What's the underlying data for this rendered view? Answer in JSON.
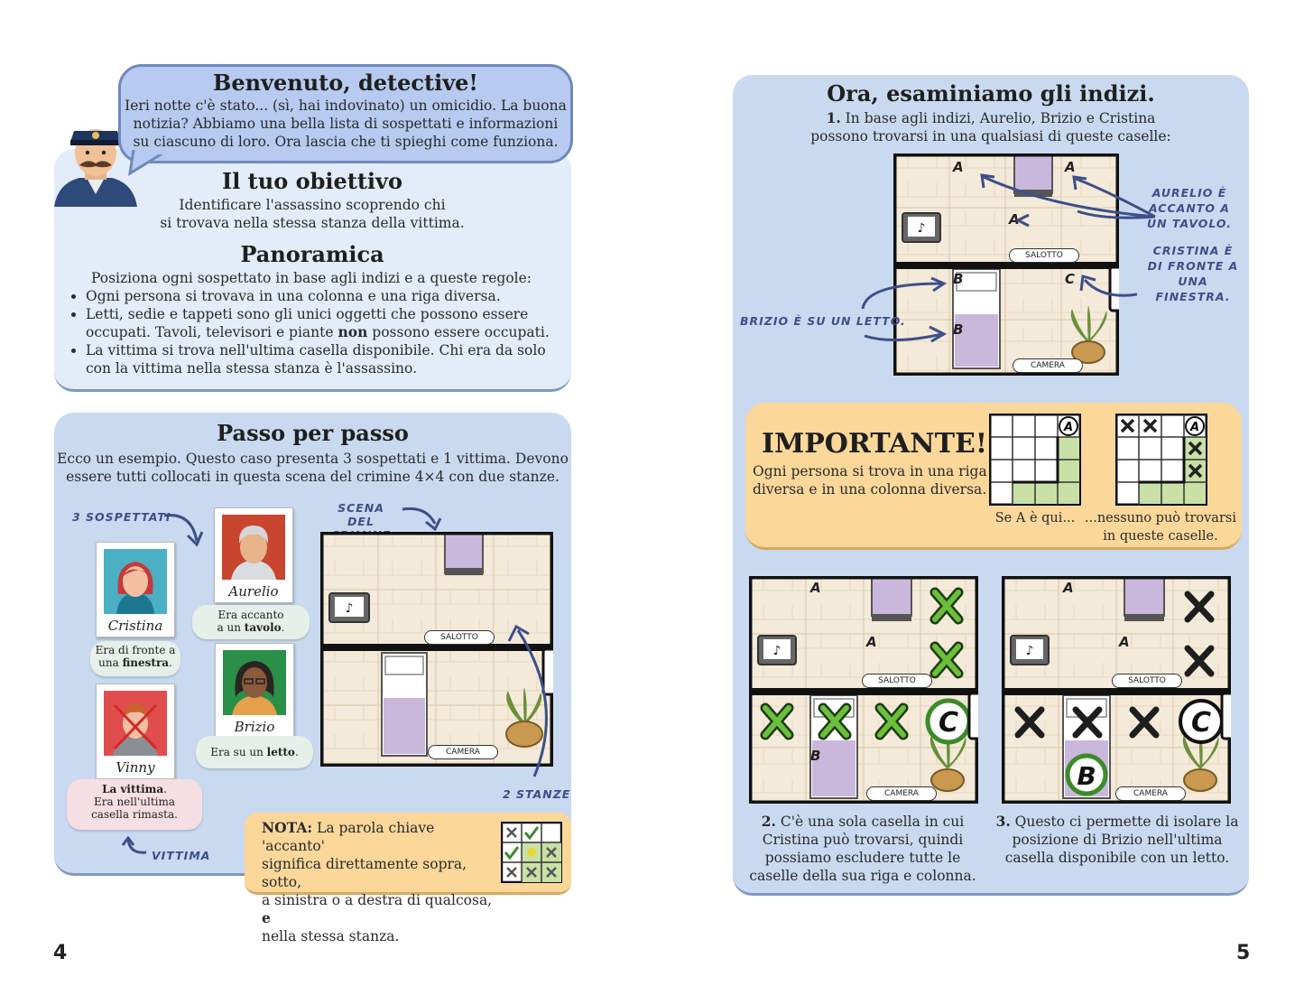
{
  "left": {
    "welcome_title": "Benvenuto, detective!",
    "welcome_lines": [
      "Ieri notte c'è stato... (sì, hai indovinato) un omicidio. La buona",
      "notizia? Abbiamo una bella lista di sospettati e informazioni",
      "su ciascuno di loro. Ora lascia che ti spieghi come funziona."
    ],
    "goal_title": "Il tuo obiettivo",
    "goal_lines": [
      "Identificare l'assassino scoprendo chi",
      "si trovava nella stessa stanza della vittima."
    ],
    "overview_title": "Panoramica",
    "overview_intro": "Posiziona ogni sospettato in base agli indizi e a queste regole:",
    "rule1": "Ogni persona si trovava in una colonna e una riga diversa.",
    "rule2_a": "Letti, sedie e tappeti sono gli unici oggetti che possono essere occupati. Tavoli, televisori e piante ",
    "rule2_bold": "non",
    "rule2_b": " possono essere occupati.",
    "rule3": "La vittima si trova nell'ultima casella disponibile. Chi era da solo con la vittima nella stessa stanza è l'assassino.",
    "step_title": "Passo per passo",
    "step_lines": [
      "Ecco un esempio. Questo caso presenta 3 sospettati e 1 vittima. Devono",
      "essere tutti collocati in questa scena del crimine 4×4 con due stanze."
    ],
    "label_suspects": "3 SOSPETTATI",
    "label_scene_1": "SCENA DEL",
    "label_scene_2": "CRIMINE",
    "label_rooms": "2 STANZE",
    "label_victim": "VITTIMA",
    "cristina_name": "Cristina",
    "cristina_clue_1": "Era di fronte a",
    "cristina_clue_2": "una ",
    "cristina_clue_bold": "finestra",
    "aurelio_name": "Aurelio",
    "aurelio_clue_1": "Era accanto",
    "aurelio_clue_2": "a un ",
    "aurelio_clue_bold": "tavolo",
    "brizio_name": "Brizio",
    "brizio_clue_1": "Era su un ",
    "brizio_clue_bold": "letto",
    "vinny_name": "Vinny",
    "vinny_clue_bold": "La vittima",
    "vinny_clue_2": "Era nell'ultima",
    "vinny_clue_3": "casella rimasta.",
    "room_living": "SALOTTO",
    "room_bed": "CAMERA",
    "note_bold": "NOTA:",
    "note_lines": [
      " La parola chiave 'accanto'",
      "significa direttamente sopra, sotto,",
      "a sinistra o a destra di qualcosa, ",
      "nella stessa stanza."
    ],
    "note_bold_e": "e",
    "page_number": "4"
  },
  "right": {
    "clues_title": "Ora, esaminiamo gli indizi.",
    "clues_num": "1.",
    "clues_line1": " In base agli indizi, Aurelio, Brizio e Cristina",
    "clues_line2": "possono trovarsi in una qualsiasi di queste caselle:",
    "ann_aurelio": [
      "AURELIO È",
      "ACCANTO A",
      "UN TAVOLO."
    ],
    "ann_cristina": [
      "CRISTINA È",
      "DI FRONTE A",
      "UNA FINESTRA."
    ],
    "ann_brizio": "BRIZIO È SU UN LETTO.",
    "important_title": "IMPORTANTE!",
    "important_lines": [
      "Ogni persona si trova in una riga",
      "diversa e in una colonna diversa."
    ],
    "caption_a": "Se A è qui...",
    "caption_b_1": "...nessuno può trovarsi",
    "caption_b_2": "in queste caselle.",
    "step2_num": "2.",
    "step2_lines": [
      " C'è una sola casella in cui",
      "Cristina può trovarsi, quindi",
      "possiamo escludere tutte le",
      "caselle della sua riga e colonna."
    ],
    "step3_num": "3.",
    "step3_lines": [
      " Questo ci permette di isolare la",
      "posizione di Brizio nell'ultima",
      "casella disponibile con un letto."
    ],
    "letter_a": "A",
    "letter_b": "B",
    "letter_c": "C",
    "page_number": "5"
  },
  "colors": {
    "panel_blue": "#c9daf0",
    "panel_light": "#e3edf9",
    "note_orange": "#fbd79a",
    "green_x": "#3d8a2a",
    "ink_blue": "#3d4f8a"
  }
}
